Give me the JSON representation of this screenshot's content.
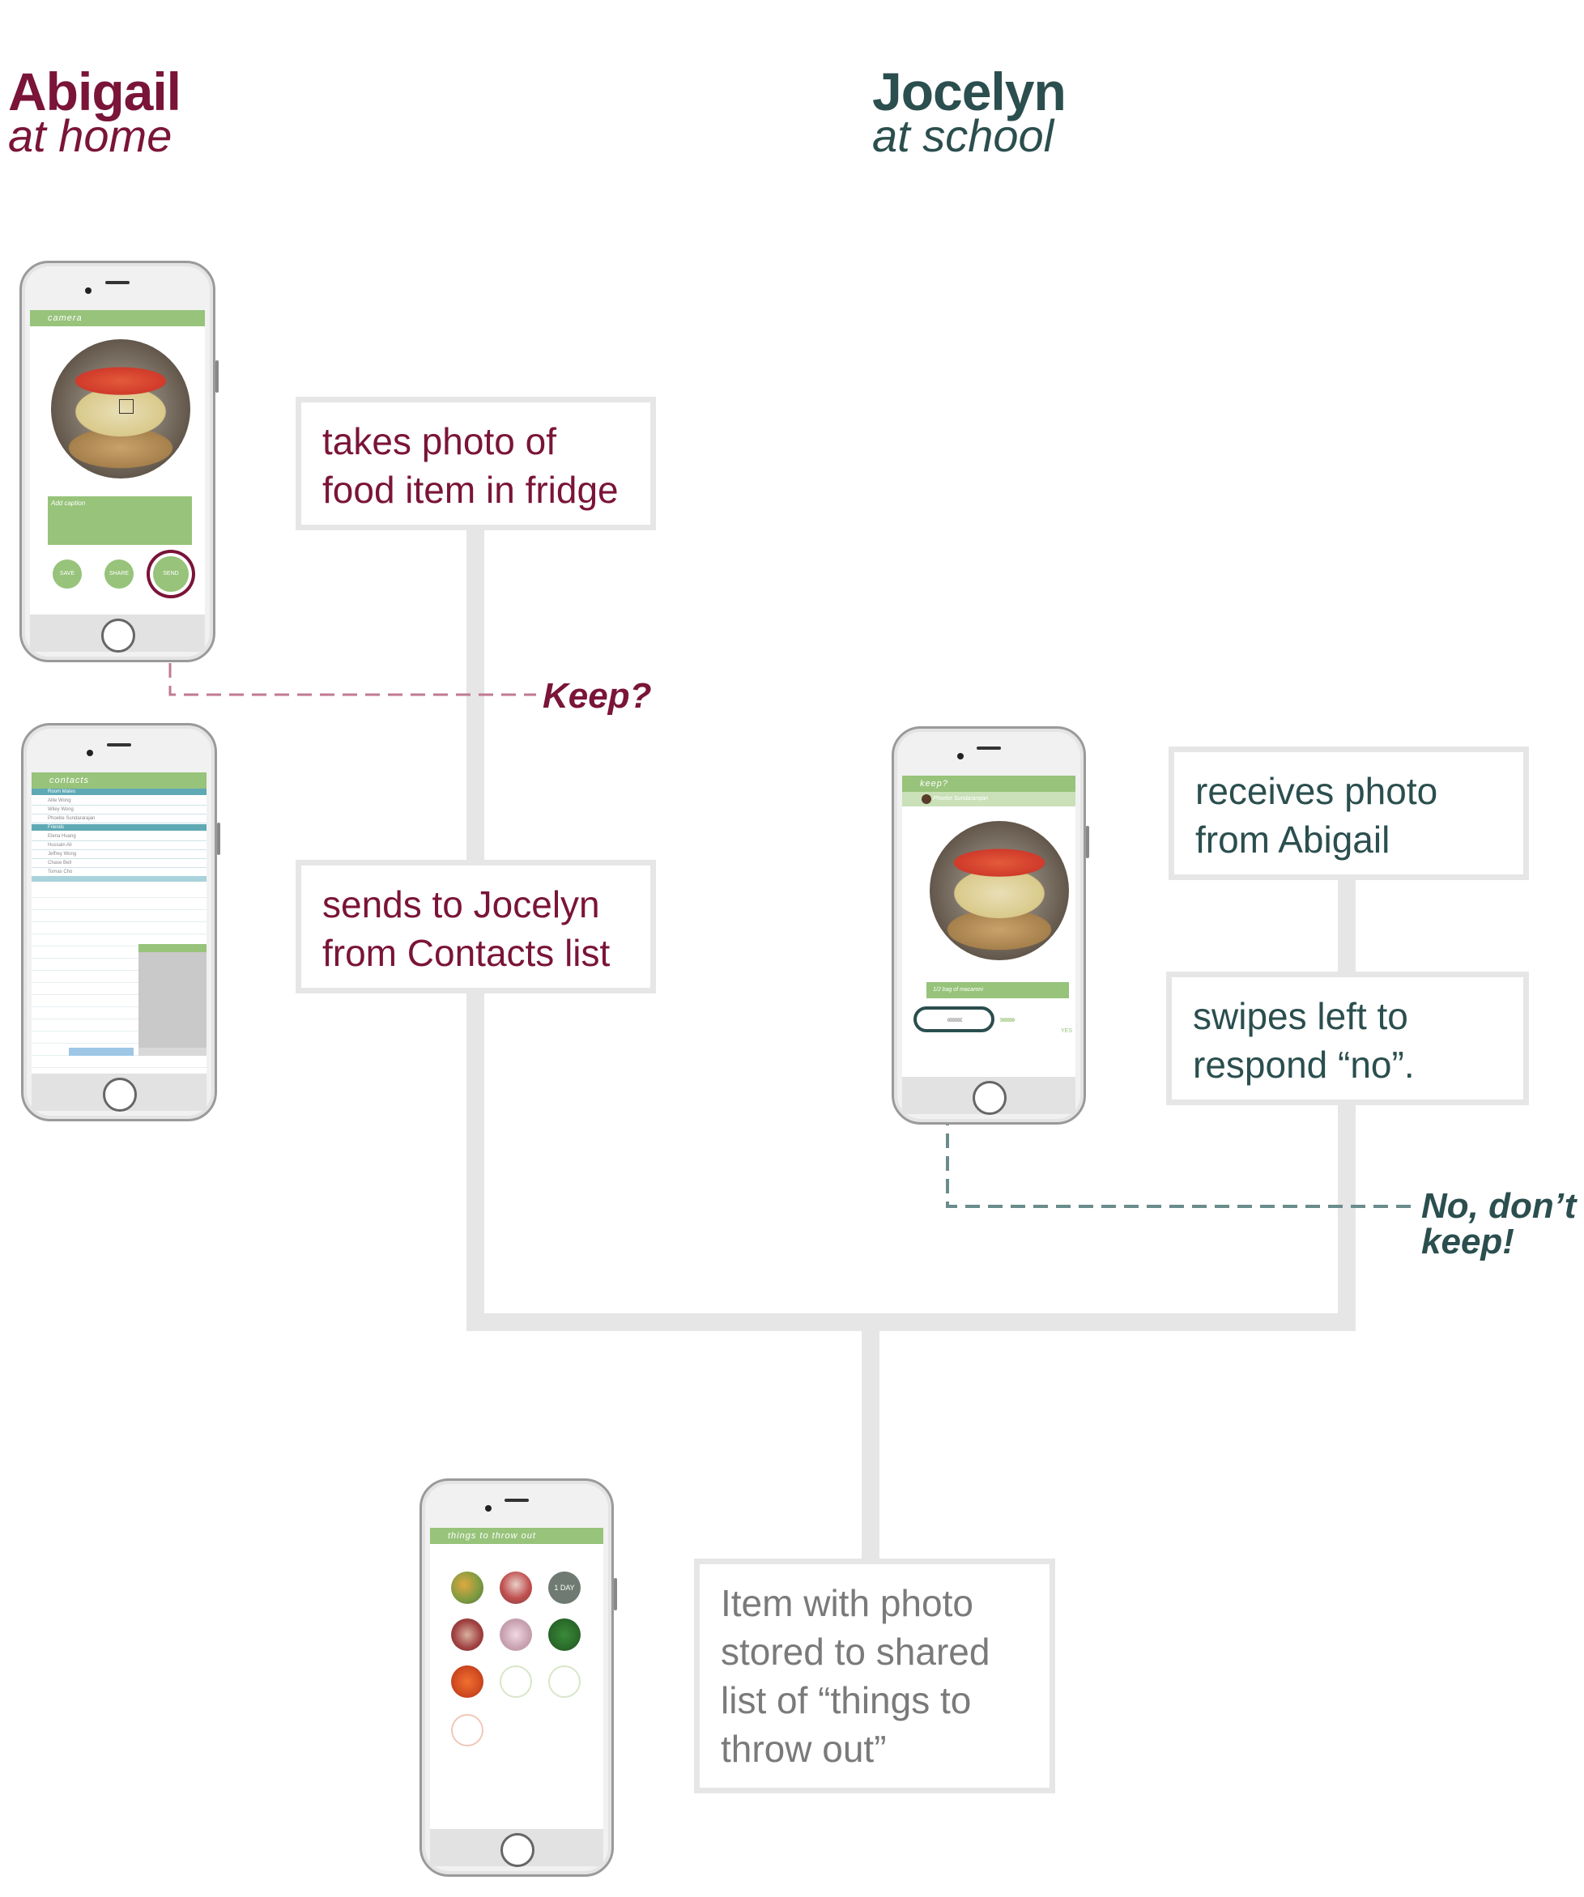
{
  "personas": {
    "abigail": {
      "name": "Abigail",
      "location": "at home",
      "color": "#7a1438"
    },
    "jocelyn": {
      "name": "Jocelyn",
      "location": "at school",
      "color": "#2b4e4e"
    }
  },
  "steps": {
    "takes_photo": "takes photo of\nfood item in fridge",
    "sends": "sends to Jocelyn\nfrom Contacts list",
    "receives": "receives photo\nfrom Abigail",
    "swipes": "swipes left to\nrespond “no”.",
    "stored": "Item with photo\nstored to shared\nlist of “things to\nthrow out”"
  },
  "callouts": {
    "keep": "Keep?",
    "no_keep": "No, don’t\nkeep!"
  },
  "screens": {
    "camera": {
      "title": "camera",
      "caption_placeholder": "Add caption",
      "buttons": [
        "SAVE",
        "SHARE",
        "SEND"
      ]
    },
    "contacts": {
      "title": "contacts",
      "group1": "Room Mates",
      "group1_items": [
        "Allie Wong",
        "Wiley Wong",
        "Phoebe Sundararajan"
      ],
      "group2": "Friends",
      "group2_items": [
        "Elena Huang",
        "Hussain Ali",
        "Jeffrey Wong",
        "Chase Bell",
        "Tomas Cho"
      ]
    },
    "keep": {
      "title": "keep?",
      "sender": "Phoebe Sundararajan",
      "caption": "1/2 bag of macaroni",
      "yes": "YES"
    },
    "throw_out": {
      "title": "things to throw out",
      "badge": "1 DAY"
    }
  }
}
